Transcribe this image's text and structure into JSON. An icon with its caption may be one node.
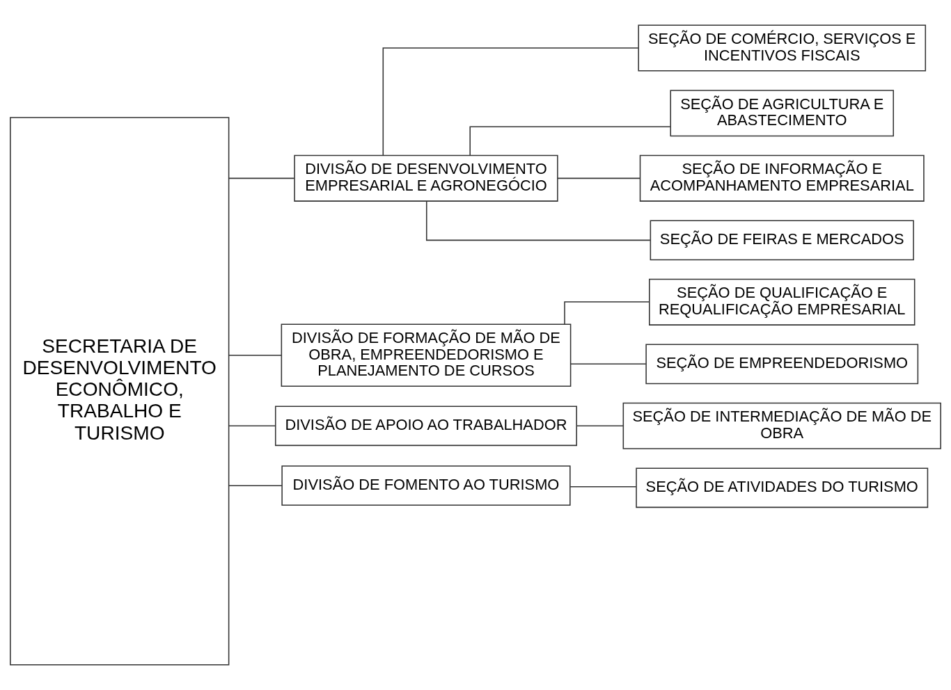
{
  "diagram": {
    "nodes": [
      {
        "text": [
          "SECRETARIA DE DESENVOLVIMENTO ECONÔMICO, TRABALHO E TURISMO"
        ]
      },
      {
        "text": [
          "DIVISÃO DE DESENVOLVIMENTO EMPRESARIAL E AGRONEGÓCIO"
        ]
      },
      {
        "text": [
          "SEÇÃO DE COMÉRCIO, SERVIÇOS E INCENTIVOS FISCAIS"
        ]
      },
      {
        "text": [
          "SEÇÃO DE AGRICULTURA E ABASTECIMENTO"
        ]
      },
      {
        "text": [
          "SEÇÃO DE INFORMAÇÃO E ACOMPANHAMENTO EMPRESARIAL"
        ]
      },
      {
        "text": [
          "SEÇÃO DE FEIRAS E MERCADOS"
        ]
      },
      {
        "text": [
          "DIVISÃO DE FORMAÇÃO DE MÃO DE OBRA, EMPREENDEDORISMO E PLANEJAMENTO DE CURSOS"
        ]
      },
      {
        "text": [
          "SEÇÃO DE QUALIFICAÇÃO E REQUALIFICAÇÃO EMPRESARIAL"
        ]
      },
      {
        "text": [
          "SEÇÃO DE EMPREENDEDORISMO"
        ]
      },
      {
        "text": [
          "DIVISÃO DE APOIO AO TRABALHADOR"
        ]
      },
      {
        "text": [
          "SEÇÃO DE INTERMEDIAÇÃO DE MÃO DE OBRA"
        ]
      },
      {
        "text": [
          "DIVISÃO DE FOMENTO AO TURISMO"
        ]
      },
      {
        "text": [
          "SEÇÃO DE ATIVIDADES DO TURISMO"
        ]
      }
    ],
    "edges": [
      {
        "from": 0,
        "to": 1,
        "arrow": "none"
      },
      {
        "from": 0,
        "to": 6,
        "arrow": "none"
      },
      {
        "from": 0,
        "to": 9,
        "arrow": "none"
      },
      {
        "from": 0,
        "to": 11,
        "arrow": "none"
      },
      {
        "from": 1,
        "to": 2,
        "arrow": "none"
      },
      {
        "from": 1,
        "to": 3,
        "arrow": "none"
      },
      {
        "from": 1,
        "to": 4,
        "arrow": "none"
      },
      {
        "from": 1,
        "to": 5,
        "arrow": "none"
      },
      {
        "from": 6,
        "to": 7,
        "arrow": "none"
      },
      {
        "from": 6,
        "to": 8,
        "arrow": "none"
      },
      {
        "from": 9,
        "to": 10,
        "arrow": "none"
      },
      {
        "from": 11,
        "to": 12,
        "arrow": "none"
      }
    ]
  }
}
